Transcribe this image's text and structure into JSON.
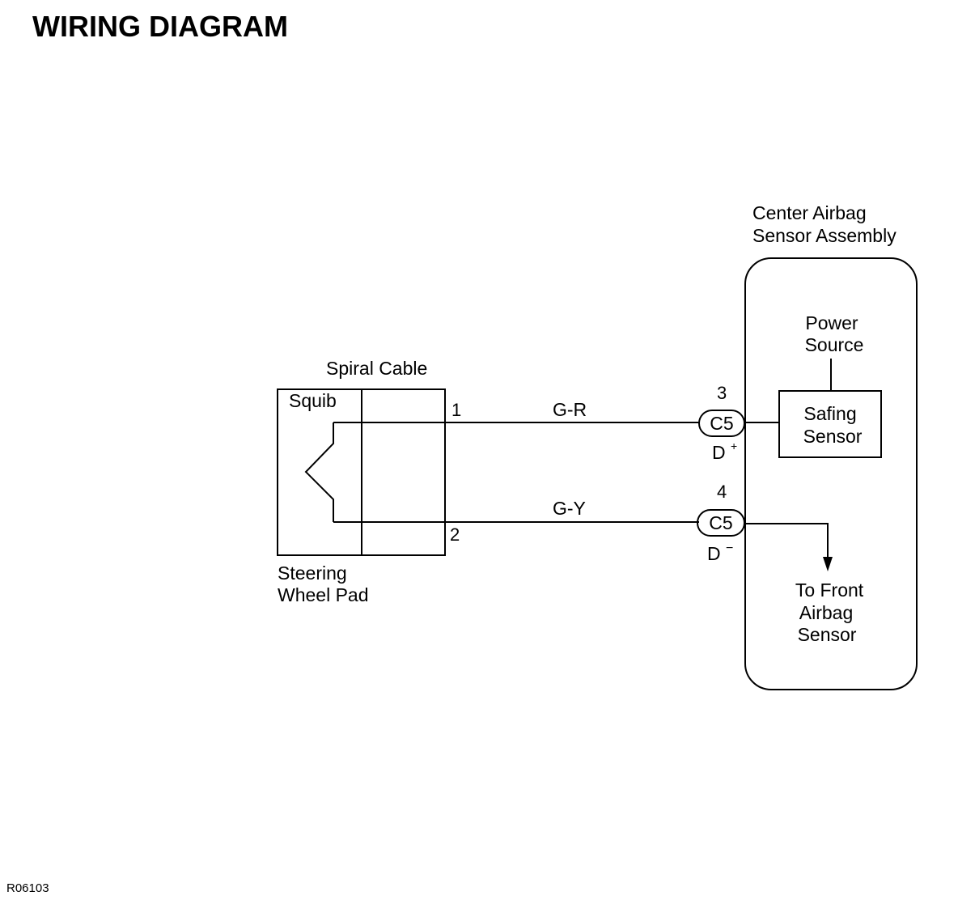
{
  "title": "WIRING DIAGRAM",
  "figure_code": "R06103",
  "components": {
    "steering_wheel_pad": [
      "Steering",
      "Wheel Pad"
    ],
    "spiral_cable": "Spiral Cable",
    "squib": "Squib",
    "center_airbag_sensor": [
      "Center Airbag",
      "Sensor Assembly"
    ],
    "power_source": [
      "Power",
      "Source"
    ],
    "safing_sensor": [
      "Safing",
      "Sensor"
    ],
    "front_airbag_sensor": [
      "To Front",
      "Airbag",
      "Sensor"
    ]
  },
  "wires": [
    {
      "color": "G-R",
      "from_pin": "1",
      "connector": "C5",
      "to_pin": "3",
      "terminal": "D",
      "polarity": "+"
    },
    {
      "color": "G-Y",
      "from_pin": "2",
      "connector": "C5",
      "to_pin": "4",
      "terminal": "D",
      "polarity": "−"
    }
  ]
}
